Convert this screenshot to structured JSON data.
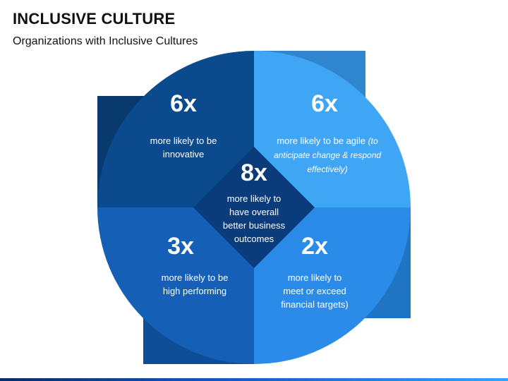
{
  "title": "INCLUSIVE CULTURE",
  "subtitle": "Organizations with Inclusive Cultures",
  "quadrants": {
    "top_left": {
      "value": "6x",
      "desc_line1": "more likely to be",
      "desc_line2": "innovative",
      "color": "#0b4a8c",
      "shadow": "#083a6e"
    },
    "top_right": {
      "value": "6x",
      "desc_main": "more likely to be agile",
      "desc_note": "(to anticipate change & respond effectively)",
      "color": "#3fa6f5",
      "shadow": "#2f86cf"
    },
    "bottom_left": {
      "value": "3x",
      "desc_line1": "more likely to be",
      "desc_line2": "high performing",
      "color": "#1560b6",
      "shadow": "#0f4d96"
    },
    "bottom_right": {
      "value": "2x",
      "desc_line1": "more likely to",
      "desc_line2": "meet or exceed",
      "desc_line3": "financial targets)",
      "color": "#2a8ce8",
      "shadow": "#1f74c4"
    }
  },
  "center": {
    "value": "8x",
    "desc_line1": "more likely to",
    "desc_line2": "have overall",
    "desc_line3": "better business",
    "desc_line4": "outcomes",
    "color": "#0a3b7a"
  }
}
